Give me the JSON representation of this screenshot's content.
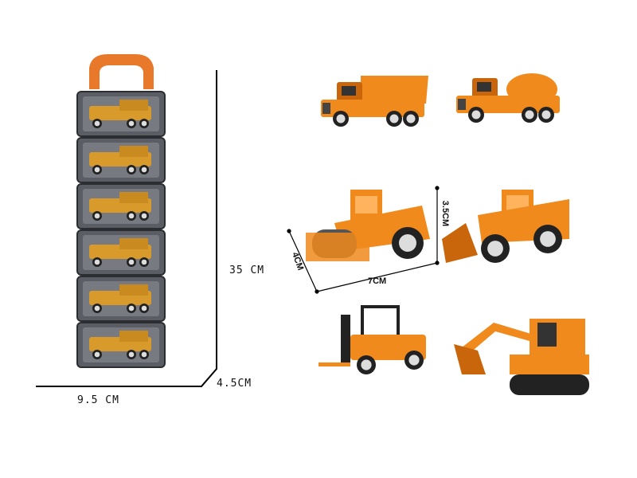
{
  "dimensions": {
    "height": "35 CM",
    "width": "9.5 CM",
    "depth": "4.5CM",
    "vehicle_height": "3.5CM",
    "vehicle_length": "7CM",
    "vehicle_width": "4CM"
  },
  "vehicles": [
    "dump-truck",
    "cement-mixer",
    "road-roller",
    "wheel-loader",
    "forklift",
    "excavator"
  ],
  "colors": {
    "toy": "#f08a1c",
    "toy_dark": "#c9650a",
    "case": "#5a5d63",
    "handle": "#e8782a",
    "line": "#000000"
  }
}
